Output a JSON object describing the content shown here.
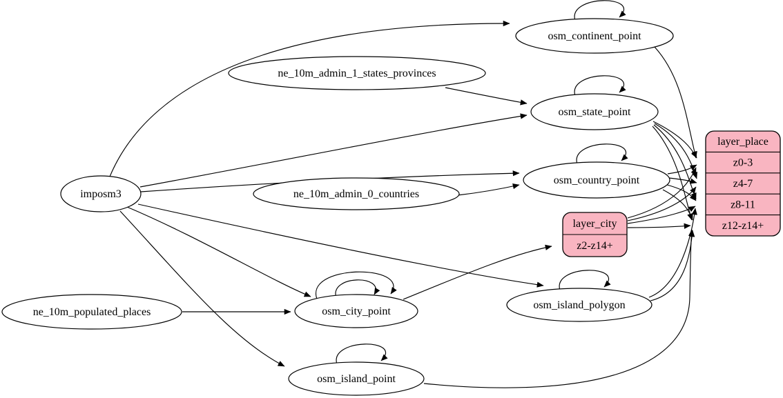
{
  "diagram": {
    "background": "#ffffff",
    "colors": {
      "node_fill": "#ffffff",
      "record_fill": "#f9b5c1",
      "stroke": "#000000",
      "text": "#000000"
    },
    "nodes": [
      {
        "id": "imposm3",
        "label": "imposm3"
      },
      {
        "id": "ne_10m_admin_1_states_provinces",
        "label": "ne_10m_admin_1_states_provinces"
      },
      {
        "id": "ne_10m_admin_0_countries",
        "label": "ne_10m_admin_0_countries"
      },
      {
        "id": "ne_10m_populated_places",
        "label": "ne_10m_populated_places"
      },
      {
        "id": "osm_continent_point",
        "label": "osm_continent_point"
      },
      {
        "id": "osm_state_point",
        "label": "osm_state_point"
      },
      {
        "id": "osm_country_point",
        "label": "osm_country_point"
      },
      {
        "id": "osm_city_point",
        "label": "osm_city_point"
      },
      {
        "id": "osm_island_polygon",
        "label": "osm_island_polygon"
      },
      {
        "id": "osm_island_point",
        "label": "osm_island_point"
      }
    ],
    "records": [
      {
        "id": "layer_city",
        "title": "layer_city",
        "rows": [
          "z2-z14+"
        ]
      },
      {
        "id": "layer_place",
        "title": "layer_place",
        "rows": [
          "z0-3",
          "z4-7",
          "z8-11",
          "z12-z14+"
        ]
      }
    ],
    "edges": [
      {
        "from": "imposm3",
        "to": "osm_continent_point"
      },
      {
        "from": "imposm3",
        "to": "osm_state_point"
      },
      {
        "from": "imposm3",
        "to": "osm_country_point"
      },
      {
        "from": "imposm3",
        "to": "osm_city_point"
      },
      {
        "from": "imposm3",
        "to": "osm_island_polygon"
      },
      {
        "from": "imposm3",
        "to": "osm_island_point"
      },
      {
        "from": "ne_10m_admin_1_states_provinces",
        "to": "osm_state_point"
      },
      {
        "from": "ne_10m_admin_0_countries",
        "to": "osm_country_point"
      },
      {
        "from": "ne_10m_populated_places",
        "to": "osm_city_point"
      },
      {
        "from": "osm_continent_point",
        "to": "osm_continent_point",
        "loop": 1
      },
      {
        "from": "osm_state_point",
        "to": "osm_state_point",
        "loop": 1
      },
      {
        "from": "osm_country_point",
        "to": "osm_country_point",
        "loop": 1
      },
      {
        "from": "osm_city_point",
        "to": "osm_city_point",
        "loop": 1
      },
      {
        "from": "osm_city_point",
        "to": "osm_city_point",
        "loop": 2
      },
      {
        "from": "osm_island_polygon",
        "to": "osm_island_polygon",
        "loop": 1
      },
      {
        "from": "osm_island_point",
        "to": "osm_island_point",
        "loop": 1
      },
      {
        "from": "osm_city_point",
        "to": "layer_city",
        "row": "z2-z14+"
      },
      {
        "from": "osm_continent_point",
        "to": "layer_place",
        "row": "z0-3"
      },
      {
        "from": "osm_state_point",
        "to": "layer_place",
        "row": "z0-3"
      },
      {
        "from": "osm_state_point",
        "to": "layer_place",
        "row": "z4-7"
      },
      {
        "from": "osm_state_point",
        "to": "layer_place",
        "row": "z8-11"
      },
      {
        "from": "osm_state_point",
        "to": "layer_place",
        "row": "z12-z14+"
      },
      {
        "from": "osm_country_point",
        "to": "layer_place",
        "row": "z0-3"
      },
      {
        "from": "osm_country_point",
        "to": "layer_place",
        "row": "z4-7"
      },
      {
        "from": "osm_country_point",
        "to": "layer_place",
        "row": "z8-11"
      },
      {
        "from": "osm_country_point",
        "to": "layer_place",
        "row": "z12-z14+"
      },
      {
        "from": "layer_city",
        "to": "layer_place",
        "row": "z0-3"
      },
      {
        "from": "layer_city",
        "to": "layer_place",
        "row": "z4-7"
      },
      {
        "from": "layer_city",
        "to": "layer_place",
        "row": "z8-11"
      },
      {
        "from": "layer_city",
        "to": "layer_place",
        "row": "z12-z14+"
      },
      {
        "from": "osm_island_polygon",
        "to": "layer_place",
        "row": "z8-11"
      },
      {
        "from": "osm_island_polygon",
        "to": "layer_place",
        "row": "z12-z14+"
      },
      {
        "from": "osm_island_point",
        "to": "layer_place",
        "row": "z12-z14+"
      }
    ]
  }
}
